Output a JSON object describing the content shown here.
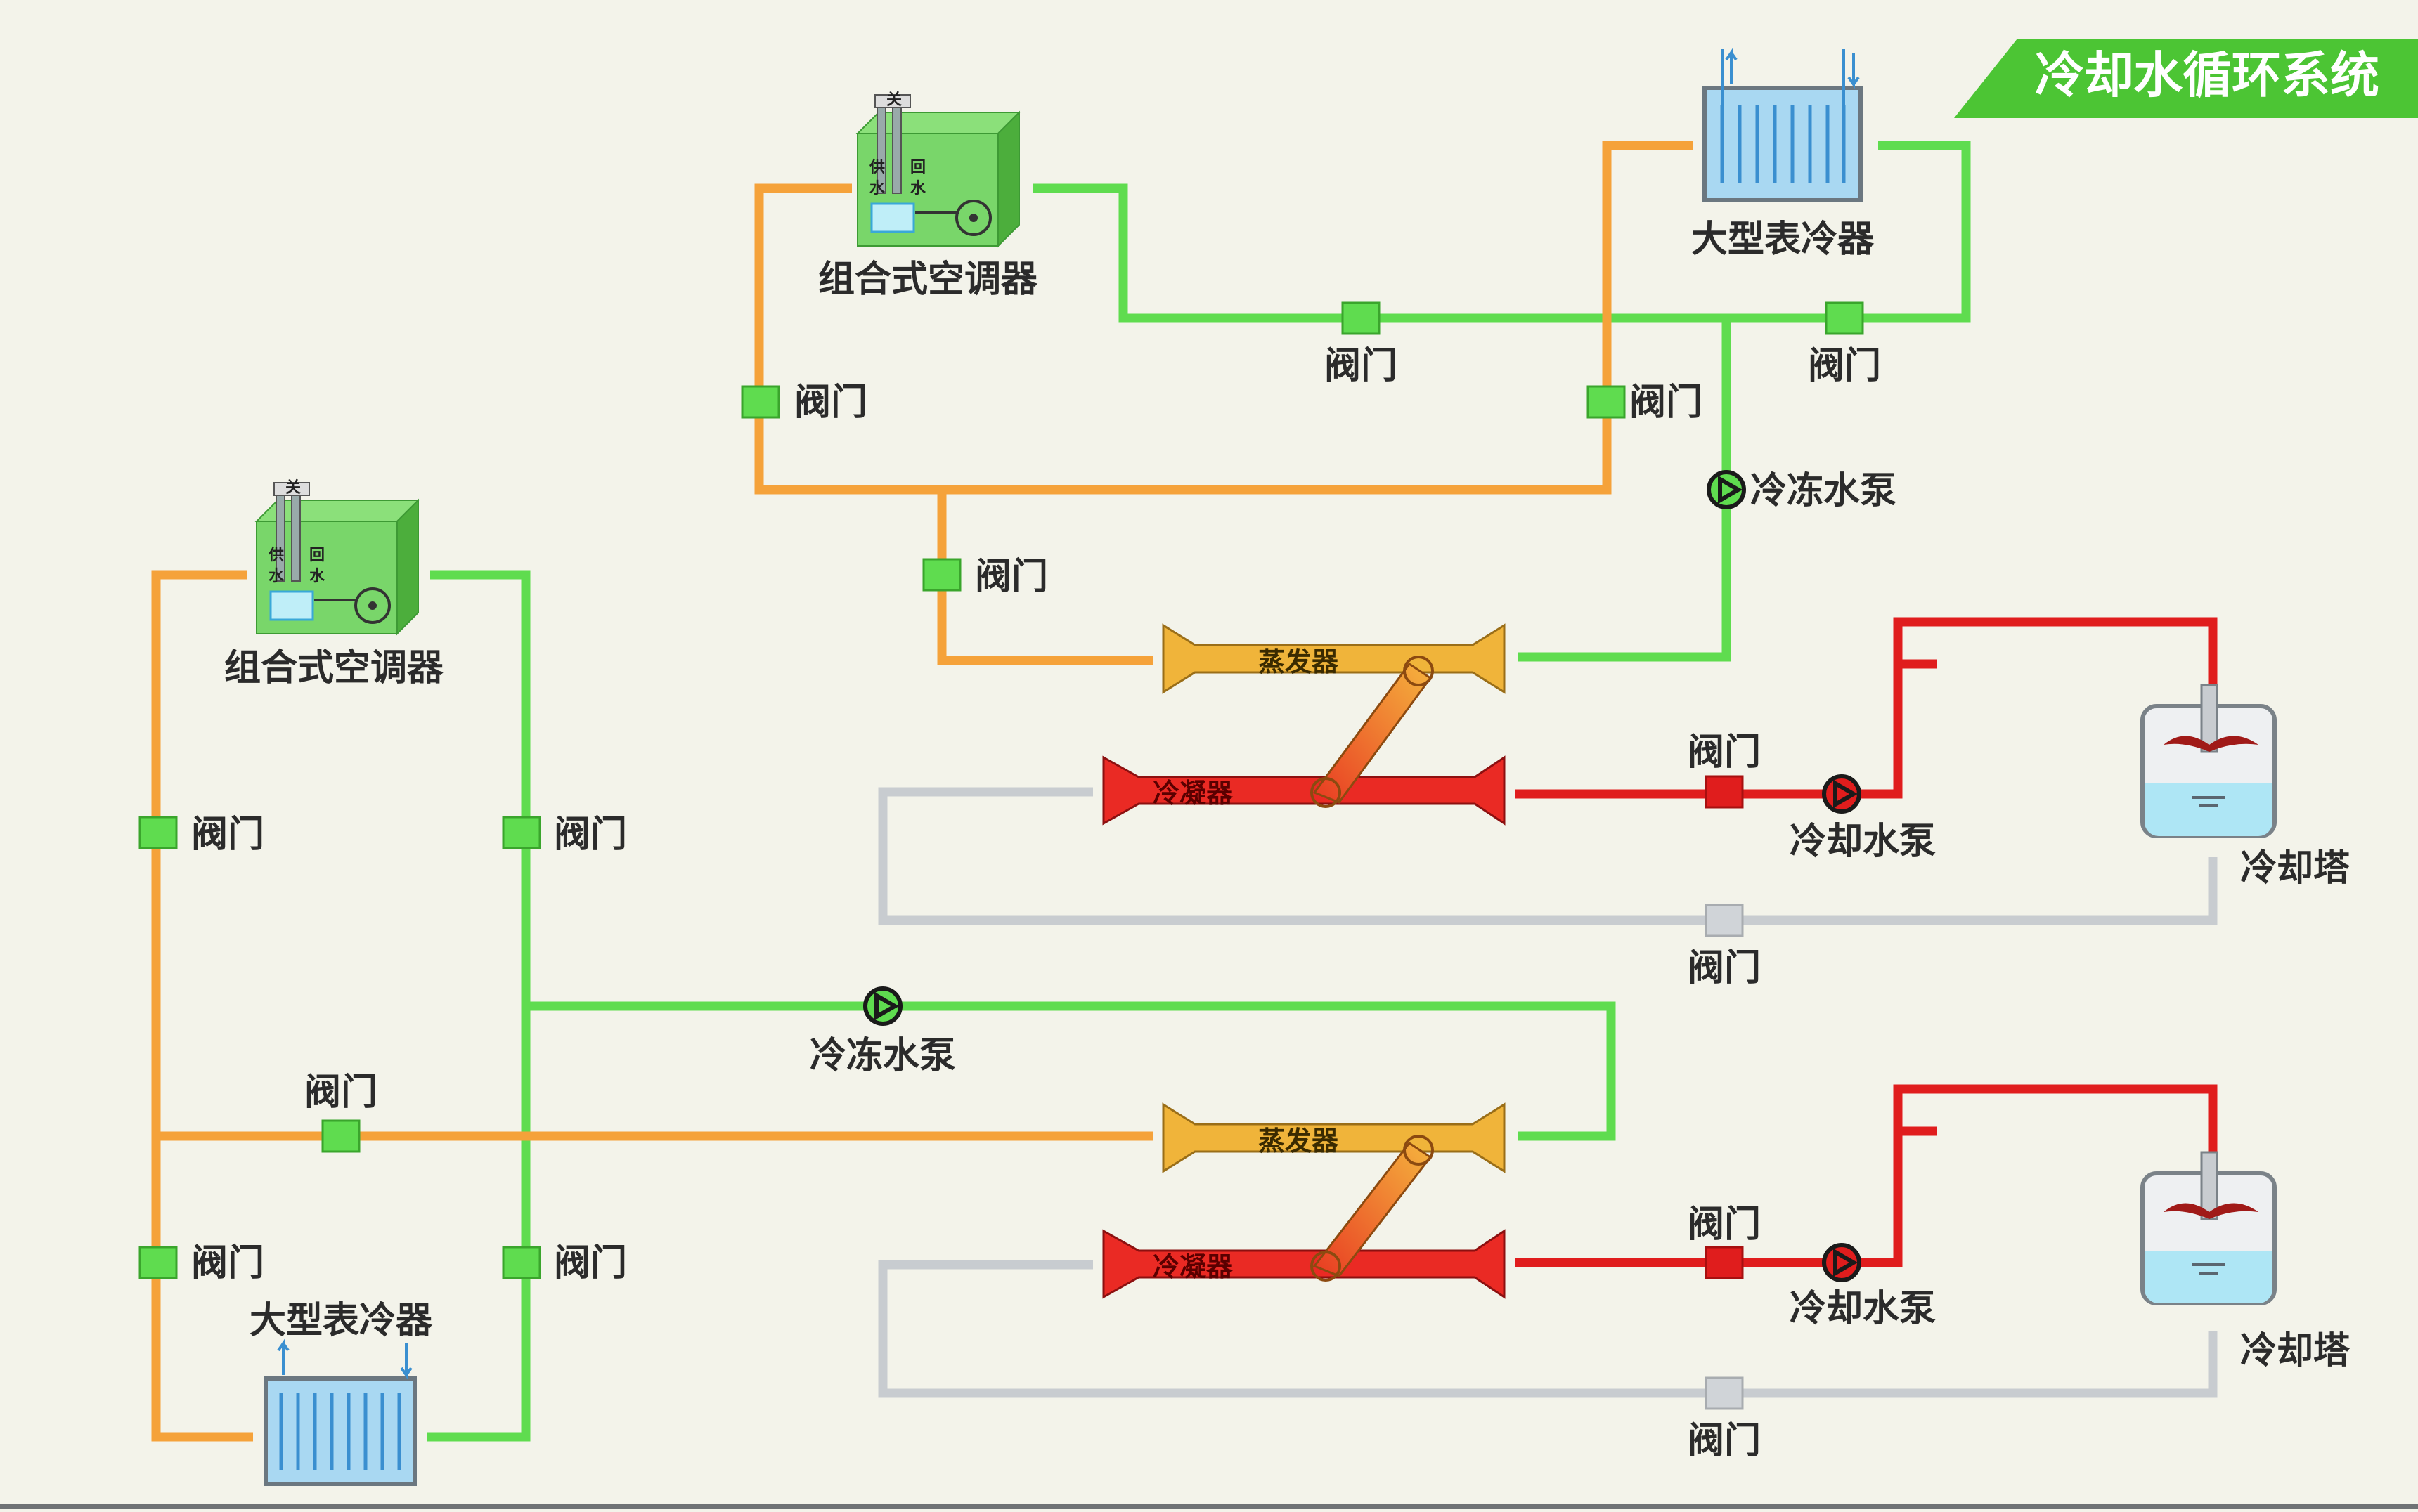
{
  "title": "冷却水循环系统",
  "labels": {
    "valve": "阀门",
    "ahu": "组合式空调器",
    "surface_cooler": "大型表冷器",
    "chilled_pump": "冷冻水泵",
    "cooling_pump": "冷却水泵",
    "cooling_tower": "冷却塔",
    "evaporator": "蒸发器",
    "condenser": "冷凝器",
    "switch": "关",
    "supply": "供水",
    "return": "回水"
  },
  "colors": {
    "chilled_supply": "#5fdc4f",
    "chilled_return": "#f5a23a",
    "cooling_hot": "#e01d1d",
    "cooling_cold": "#c8ccd0",
    "title_bg": "#4cc534",
    "evaporator": "#f0b43a",
    "condenser": "#ea2a24"
  }
}
